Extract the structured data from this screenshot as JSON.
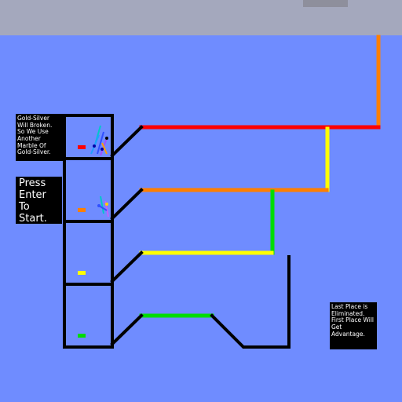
{
  "notes": {
    "gold_silver": [
      "Gold-Silver",
      "Will Broken.",
      "So We Use",
      "Another",
      "Marble Of",
      "Gold-Silver."
    ],
    "start_prompt": [
      "Press",
      "Enter",
      "To",
      "Start."
    ],
    "last_place": [
      "Last Place is",
      "Eliminated.",
      "First Place Will",
      "Get",
      "Advantage."
    ]
  },
  "colors": {
    "background": "#6f8cff",
    "topbar": "#a4a8bd",
    "wall": "#000000",
    "red": "#ff0000",
    "orange": "#ff7f00",
    "yellow": "#ffff00",
    "green": "#00dd00"
  },
  "lanes": [
    {
      "name": "red",
      "color": "#ff0000"
    },
    {
      "name": "orange",
      "color": "#ff7f00"
    },
    {
      "name": "yellow",
      "color": "#ffff00"
    },
    {
      "name": "green",
      "color": "#00dd00"
    }
  ]
}
